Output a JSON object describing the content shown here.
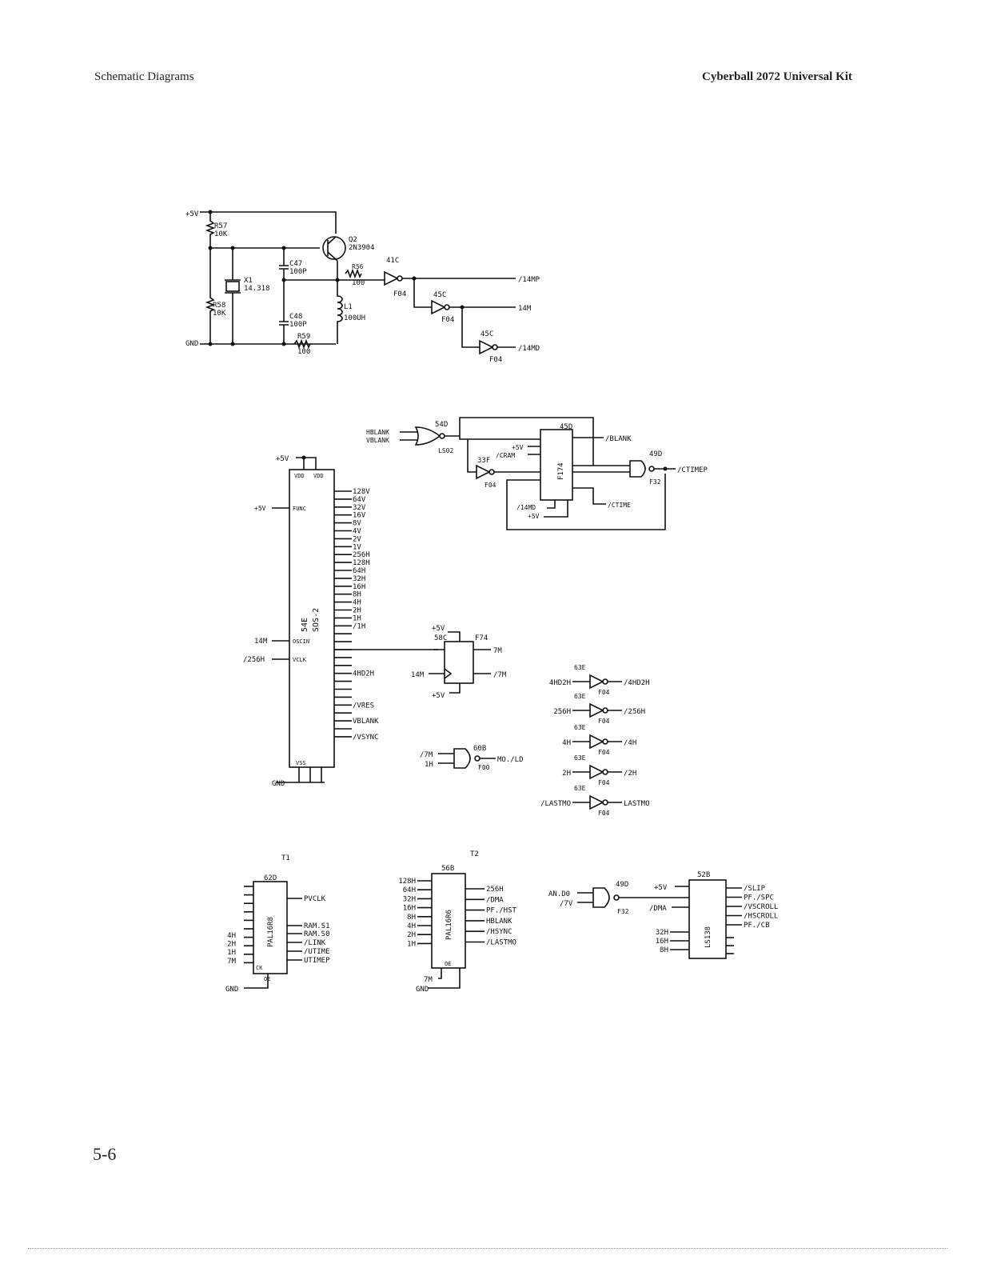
{
  "header": {
    "left": "Schematic Diagrams",
    "right": "Cyberball 2072 Universal Kit"
  },
  "page_number": "5-6",
  "osc": {
    "v5": "+5V",
    "gnd": "GND",
    "r57": "R57",
    "r57v": "10K",
    "r58": "R58",
    "r58v": "10K",
    "x1": "X1",
    "x1v": "14.318",
    "c47": "C47",
    "c47v": "100P",
    "c48": "C48",
    "c48v": "100P",
    "q2": "Q2",
    "q2v": "2N3904",
    "r56": "R56",
    "r56v": "100",
    "l1": "L1",
    "l1v": "100UH",
    "r59": "R59",
    "r59v": "100",
    "g41c": "41C",
    "g45c_a": "45C",
    "g45c_b": "45C",
    "f04": "F04",
    "o14mp": "/14MP",
    "o14m": "14M",
    "o14md": "/14MD"
  },
  "blank": {
    "hblank": "HBLANK",
    "vblank": "VBLANK",
    "u54d": "54D",
    "ls02": "LS02",
    "u45d": "45D",
    "f174": "F174",
    "v5": "+5V",
    "cram": "/CRAM",
    "u33f": "33F",
    "f04": "F04",
    "clk": "/14MD",
    "v5b": "+5V",
    "oblank": "/BLANK",
    "u49d": "49D",
    "f32": "F32",
    "ctimep": "/CTIMEP",
    "ctime": "/CTIME"
  },
  "sos": {
    "v5": "+5V",
    "func_in": "+5V",
    "gnd": "GND",
    "vdd": "VDD",
    "func": "FUNC",
    "oscin": "OSCIN",
    "vclk": "VCLK",
    "vss": "VSS",
    "name": "SOS-2",
    "ref": "54E",
    "in_osc": "14M",
    "in_vclk": "/256H",
    "outs": [
      "128V",
      "64V",
      "32V",
      "16V",
      "8V",
      "4V",
      "2V",
      "1V",
      "256H",
      "128H",
      "64H",
      "32H",
      "16H",
      "8H",
      "4H",
      "2H",
      "1H",
      "/1H",
      "",
      "",
      "",
      "",
      "",
      "4HD2H",
      "",
      "",
      "",
      "/VRES",
      "",
      "VBLANK",
      "",
      "/VSYNC"
    ]
  },
  "ff58c": {
    "ref": "58C",
    "type": "F74",
    "v5a": "+5V",
    "v5b": "+5V",
    "clk": "14M",
    "q": "7M",
    "qn": "/7M"
  },
  "nand60b": {
    "ref": "60B",
    "type": "F00",
    "a": "/7M",
    "b": "1H",
    "out": "MO./LD"
  },
  "inv63e": [
    {
      "in": "4HD2H",
      "out": "/4HD2H"
    },
    {
      "in": "256H",
      "out": "/256H"
    },
    {
      "in": "4H",
      "out": "/4H"
    },
    {
      "in": "2H",
      "out": "/2H"
    },
    {
      "in": "/LASTMO",
      "out": "LASTMO"
    }
  ],
  "inv_ref": "63E",
  "inv_type": "F04",
  "t1": {
    "label": "T1",
    "ref": "62D",
    "chip": "PAL16R8",
    "gnd": "GND",
    "ins": [
      "4H",
      "2H",
      "1H",
      "7M"
    ],
    "outs": [
      "PVCLK",
      "RAM.S1",
      "RAM.S0",
      "/LINK",
      "/UTIME",
      "UTIMEP"
    ],
    "ck": "CK",
    "oe": "OE"
  },
  "t2": {
    "label": "T2",
    "ref": "56B",
    "chip": "PAL16R6",
    "ins": [
      "128H",
      "64H",
      "32H",
      "16H",
      "8H",
      "4H",
      "2H",
      "1H"
    ],
    "outs": [
      "256H",
      "/DMA",
      "PF./HST",
      "HBLANK",
      "/HSYNC",
      "/LASTMO"
    ],
    "clk": "7M",
    "gnd": "GND",
    "oe": "OE"
  },
  "dec": {
    "an": "AN.D0",
    "v7": "/7V",
    "ref49": "49D",
    "f32": "F32",
    "ref": "52B",
    "chip": "LS138",
    "v5": "+5V",
    "dma": "/DMA",
    "addr": [
      "32H",
      "16H",
      "8H"
    ],
    "outs": [
      "/SLIP",
      "PF./SPC",
      "/VSCROLL",
      "/HSCROLL",
      "PF./CB"
    ]
  }
}
